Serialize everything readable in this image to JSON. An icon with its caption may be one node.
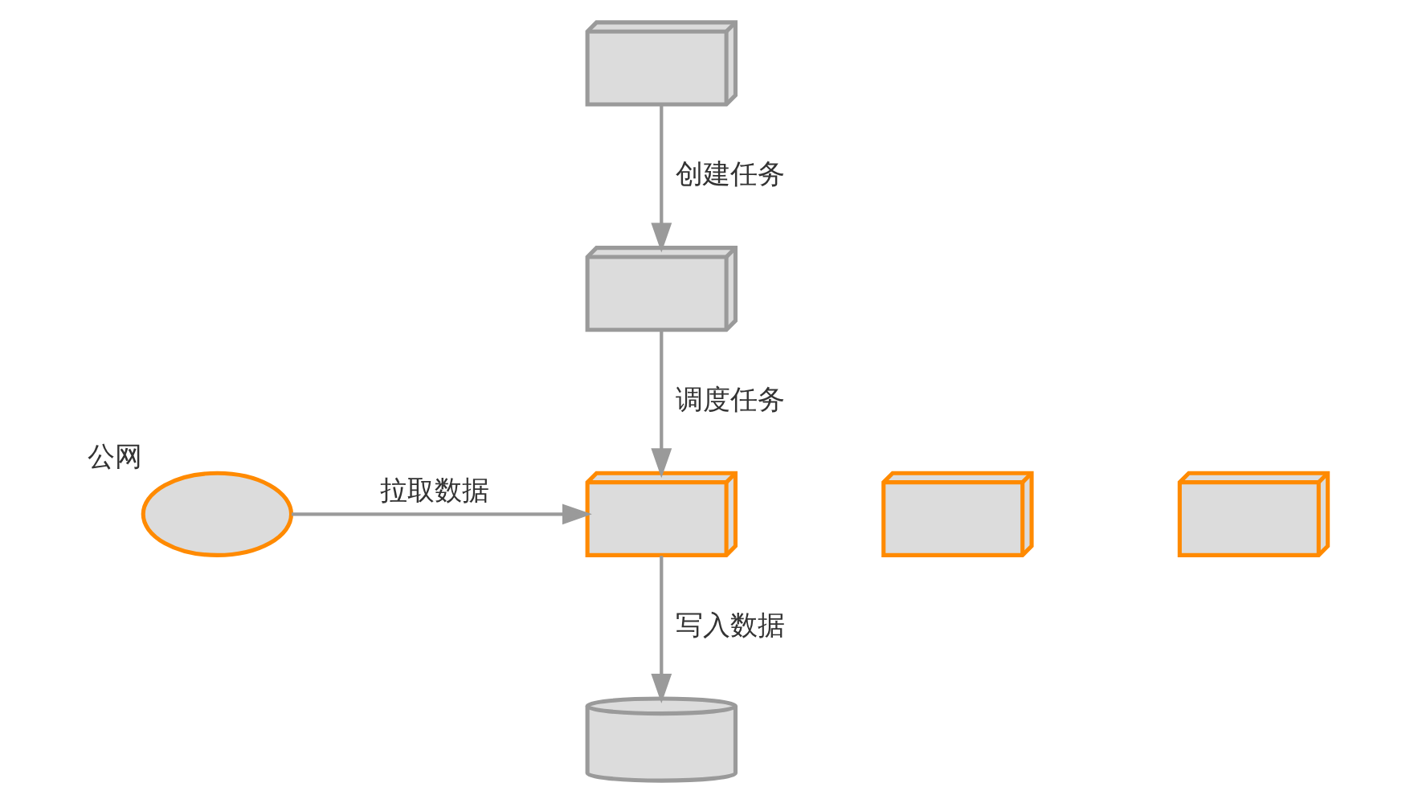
{
  "diagram": {
    "nodes": [
      {
        "text": [],
        "shape": "picture"
      },
      {
        "text": [],
        "shape": "picture"
      },
      {
        "text": [],
        "shape": "cloud",
        "beside": [
          "公网"
        ]
      },
      {
        "text": [],
        "shape": "picture"
      },
      {
        "text": [],
        "shape": "picture"
      },
      {
        "text": [],
        "shape": "picture"
      },
      {
        "text": [],
        "shape": "cylinder"
      }
    ],
    "edges": [
      {
        "from": 0,
        "to": 1,
        "arrow": "to",
        "label": "创建任务"
      },
      {
        "from": 1,
        "to": 3,
        "arrow": "to",
        "label": "调度任务"
      },
      {
        "from": 2,
        "to": 3,
        "arrow": "to",
        "label": "拉取数据"
      },
      {
        "from": 3,
        "to": 6,
        "arrow": "to",
        "label": "写入数据"
      }
    ]
  }
}
